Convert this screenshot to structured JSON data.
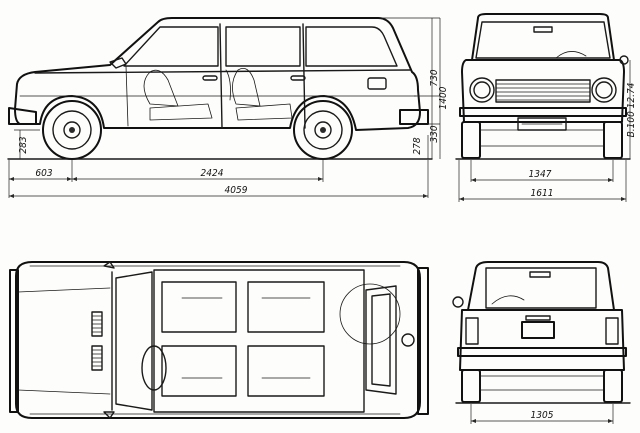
{
  "views": {
    "side": {
      "dimensions": {
        "roof_height": "730",
        "overall_height": "1400",
        "sill_height": "330",
        "axle_height": "283",
        "rear_clearance": "278",
        "front_overhang": "603",
        "wheelbase": "2424",
        "overall_length": "4059"
      }
    },
    "front": {
      "dimensions": {
        "front_track": "1347",
        "overall_width": "1611",
        "loaded_height": "В.100  12.74"
      }
    },
    "top": {},
    "rear": {
      "dimensions": {
        "rear_track": "1305"
      }
    }
  }
}
